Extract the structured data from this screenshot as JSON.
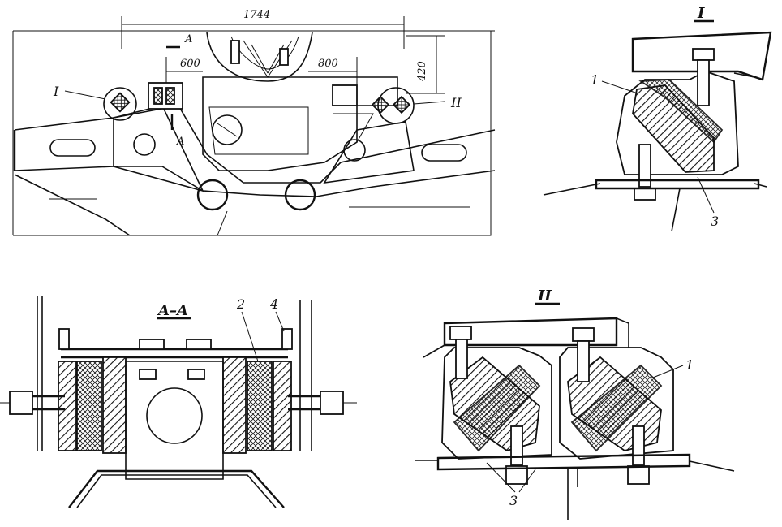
{
  "main_view": {
    "dim_width": "1744",
    "dim_left": "600",
    "dim_right": "800",
    "dim_height": "420",
    "callout_1": "I",
    "callout_2": "II",
    "section_mark_top": "A",
    "section_mark_bottom": "A"
  },
  "detail_1": {
    "title": "I",
    "label_1": "1",
    "label_3": "3"
  },
  "section_aa": {
    "title": "A–A",
    "label_2": "2",
    "label_4": "4"
  },
  "detail_2": {
    "title": "II",
    "label_1": "1",
    "label_3": "3"
  }
}
